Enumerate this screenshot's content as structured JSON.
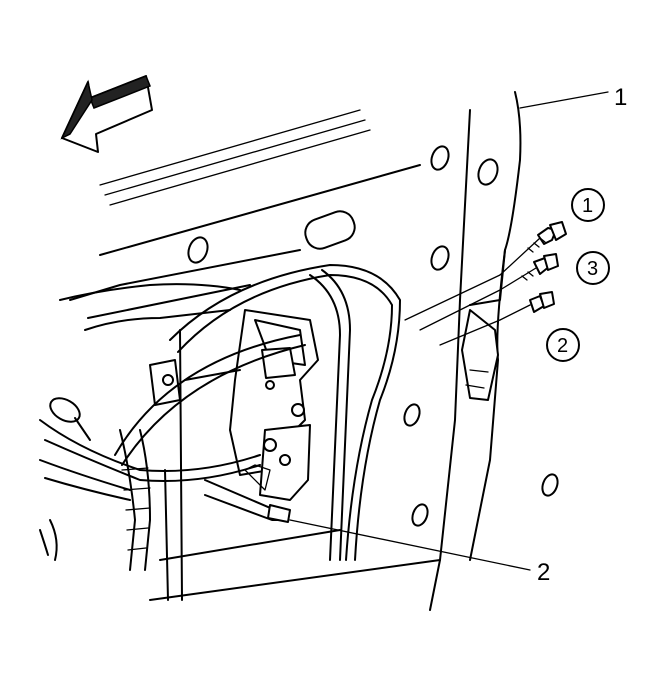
{
  "diagram": {
    "callouts": [
      {
        "id": "part-1",
        "label": "1"
      },
      {
        "id": "part-2",
        "label": "2"
      }
    ],
    "sequence_markers": [
      {
        "id": "seq-1",
        "label": "1"
      },
      {
        "id": "seq-3",
        "label": "3"
      },
      {
        "id": "seq-2",
        "label": "2"
      }
    ],
    "icons": [
      "direction-arrow-icon",
      "door-panel",
      "door-latch-assembly",
      "wiring-harness",
      "bolt-icon"
    ]
  }
}
